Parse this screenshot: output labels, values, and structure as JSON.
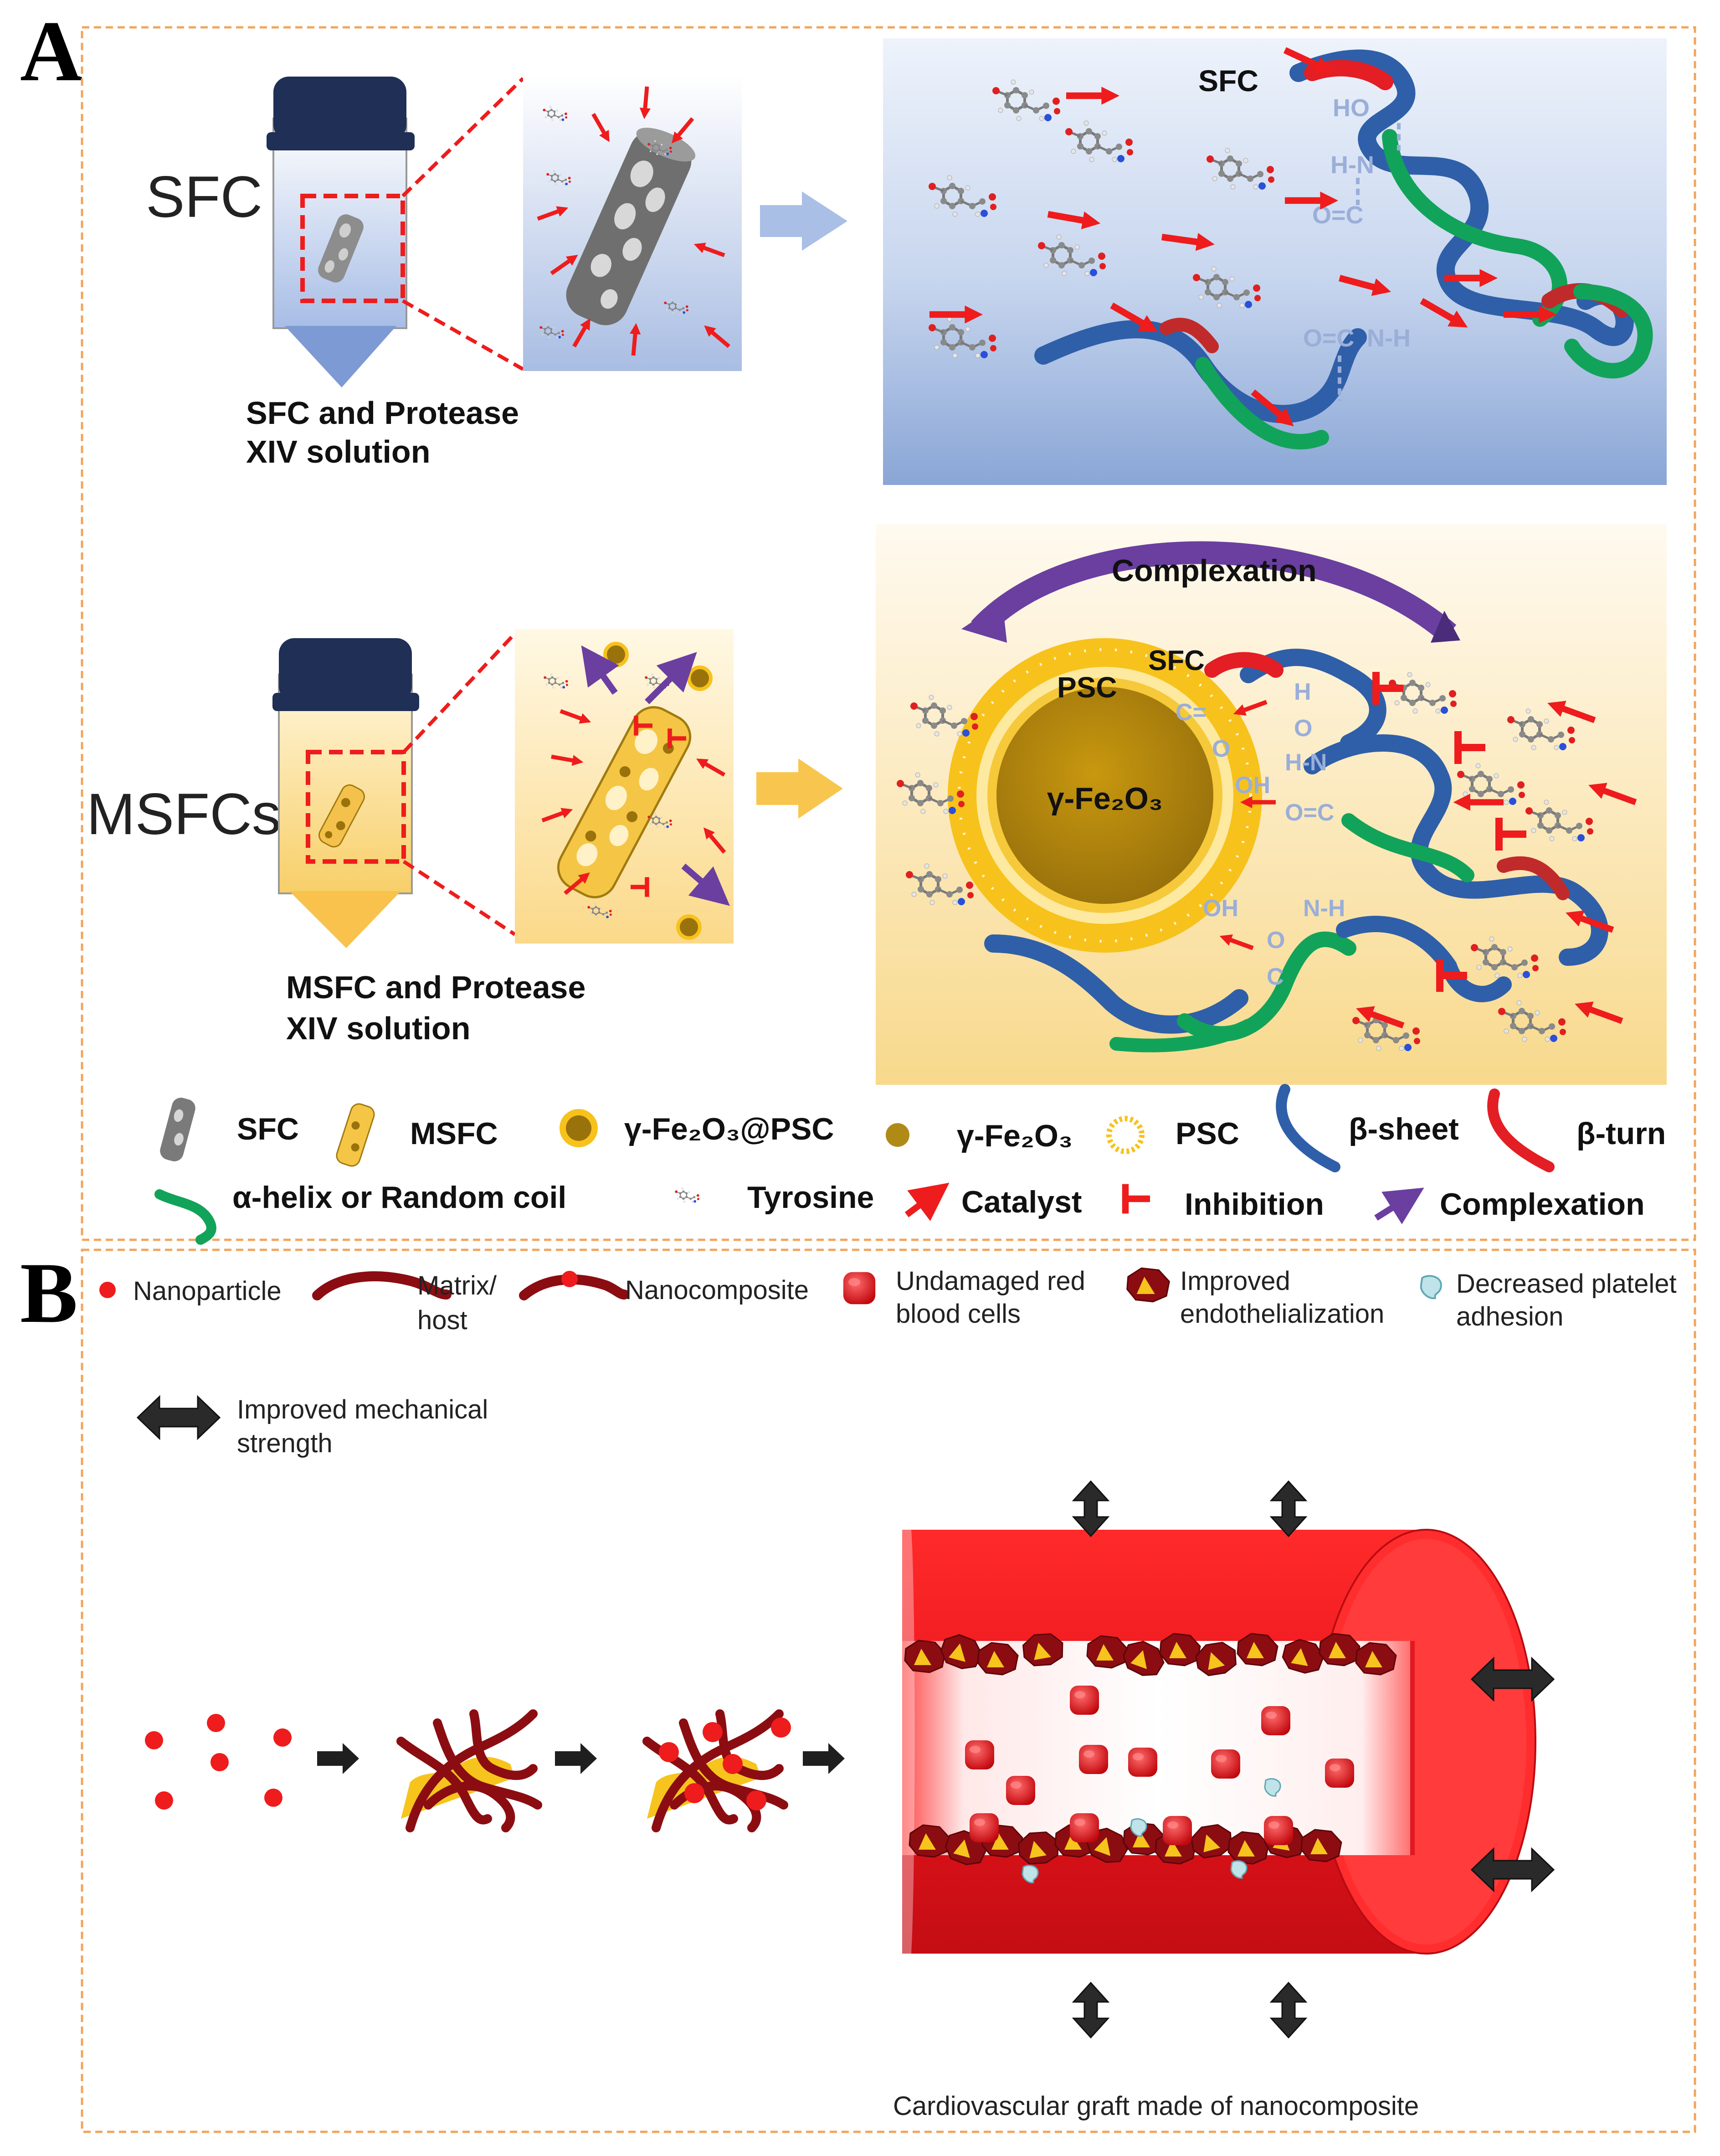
{
  "panel_a": {
    "letter": "A",
    "sfc_label": "SFC",
    "msfc_label": "MSFCs",
    "sfc_caption_1": "SFC and Protease",
    "sfc_caption_2": "XIV solution",
    "msfc_caption_1": "MSFC and Protease",
    "msfc_caption_2": "XIV solution",
    "top_right_sfc": "SFC",
    "complexation_title": "Complexation",
    "bottom_right_sfc": "SFC",
    "psc": "PSC",
    "core": "γ-Fe₂O₃",
    "bond_labels": [
      "HO",
      "H-N",
      "O=C",
      "N-H",
      "O=C",
      "H",
      "O",
      "H-N",
      "O=C",
      "C=",
      "O",
      "OH",
      "OH",
      "O",
      "N-H",
      "C"
    ],
    "legend": [
      {
        "icon": "sfc-scaffold-icon",
        "label": "SFC"
      },
      {
        "icon": "msfc-scaffold-icon",
        "label": "MSFC"
      },
      {
        "icon": "fe2o3-psc-icon",
        "label": "γ-Fe₂O₃@PSC"
      },
      {
        "icon": "fe2o3-dot-icon",
        "label": "γ-Fe₂O₃"
      },
      {
        "icon": "psc-ring-icon",
        "label": "PSC"
      },
      {
        "icon": "beta-sheet-icon",
        "label": "β-sheet"
      },
      {
        "icon": "beta-turn-icon",
        "label": "β-turn"
      },
      {
        "icon": "alpha-helix-icon",
        "label": "α-helix  or Random  coil"
      },
      {
        "icon": "tyrosine-icon",
        "label": "Tyrosine"
      },
      {
        "icon": "catalyst-arrow-icon",
        "label": "Catalyst"
      },
      {
        "icon": "inhibition-icon",
        "label": "Inhibition"
      },
      {
        "icon": "complexation-arrow-icon",
        "label": "Complexation"
      }
    ]
  },
  "panel_b": {
    "letter": "B",
    "legend": [
      {
        "icon": "nanoparticle-icon",
        "label_1": "Nanoparticle",
        "label_2": ""
      },
      {
        "icon": "matrix-host-icon",
        "label_1": "Matrix/",
        "label_2": "host"
      },
      {
        "icon": "nanocomposite-icon",
        "label_1": "Nanocomposite",
        "label_2": ""
      },
      {
        "icon": "red-blood-cell-icon",
        "label_1": "Undamaged red",
        "label_2": "blood cells"
      },
      {
        "icon": "endothelial-cell-icon",
        "label_1": "Improved",
        "label_2": "endothelialization"
      },
      {
        "icon": "platelet-icon",
        "label_1": "Decreased platelet",
        "label_2": "adhesion"
      },
      {
        "icon": "double-arrow-icon",
        "label_1": "Improved mechanical",
        "label_2": "strength"
      }
    ],
    "graft_caption": "Cardiovascular graft made of nanocomposite"
  },
  "colors": {
    "border": "#f2a45c",
    "vessel_red": "#ee1c24",
    "arrow_red": "#ee1c1c",
    "beta_sheet": "#2f5fa8",
    "alpha_helix": "#12a35a",
    "complexation": "#6a3fa0",
    "fe2o3": "#b88a12",
    "psc": "#f7c21c",
    "tube_cap": "#1f2f55",
    "endothelial": "#8b0d12"
  }
}
